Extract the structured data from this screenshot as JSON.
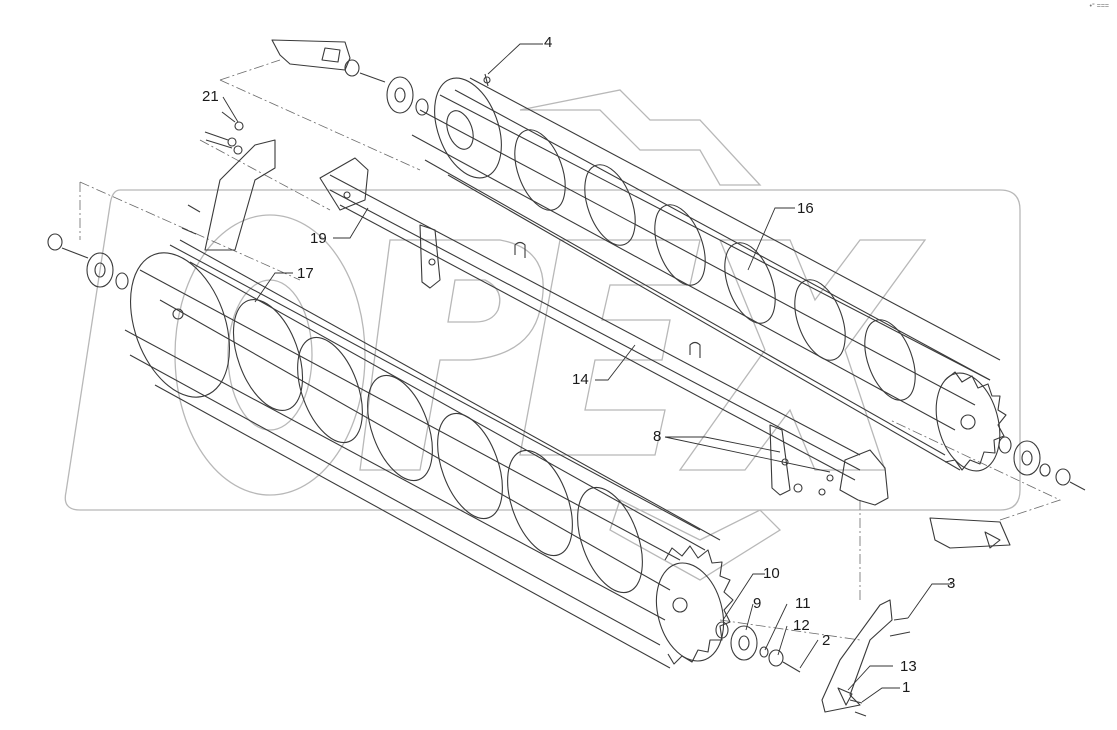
{
  "diagram": {
    "corner_mark": "•° ===",
    "watermark": "OPEX",
    "callouts": [
      {
        "id": "c1",
        "label": "1"
      },
      {
        "id": "c2",
        "label": "2"
      },
      {
        "id": "c3",
        "label": "3"
      },
      {
        "id": "c4",
        "label": "4"
      },
      {
        "id": "c8",
        "label": "8"
      },
      {
        "id": "c9",
        "label": "9"
      },
      {
        "id": "c10",
        "label": "10"
      },
      {
        "id": "c11",
        "label": "11"
      },
      {
        "id": "c12",
        "label": "12"
      },
      {
        "id": "c13",
        "label": "13"
      },
      {
        "id": "c14",
        "label": "14"
      },
      {
        "id": "c16",
        "label": "16"
      },
      {
        "id": "c17",
        "label": "17"
      },
      {
        "id": "c19",
        "label": "19"
      },
      {
        "id": "c21",
        "label": "21"
      }
    ],
    "colors": {
      "line": "#3a3a3a",
      "watermark": "#b8b8b8",
      "background": "#ffffff"
    }
  }
}
